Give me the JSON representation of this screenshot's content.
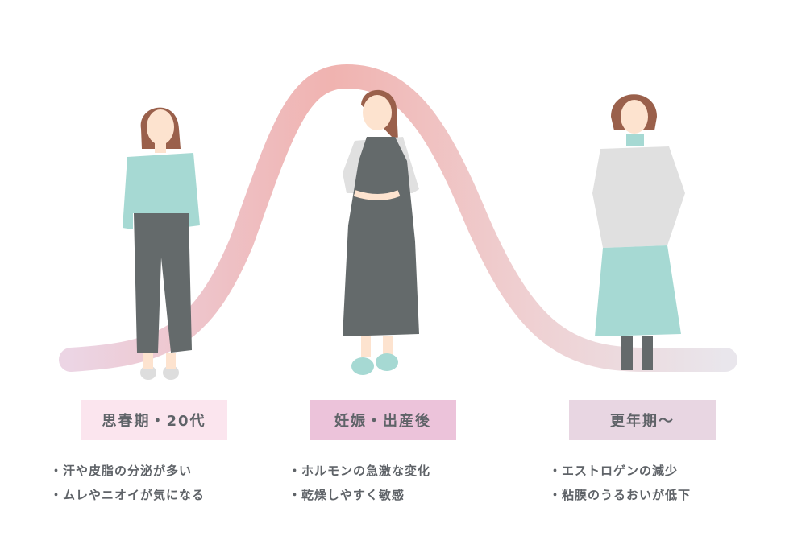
{
  "stages": [
    {
      "label": "思春期・20代",
      "color": "#fbe5ee",
      "points": [
        "汗や皮脂の分泌が多い",
        "ムレやニオイが気になる"
      ]
    },
    {
      "label": "妊娠・出産後",
      "color": "#ecc3da",
      "points": [
        "ホルモンの急激な変化",
        "乾燥しやすく敏感"
      ]
    },
    {
      "label": "更年期～",
      "color": "#e8d6e2",
      "points": [
        "エストロゲンの減少",
        "粘膜のうるおいが低下"
      ]
    }
  ],
  "colors": {
    "text": "#5f6368",
    "curve_start": "#ecd5e4",
    "curve_peak": "#f0b3b0",
    "curve_end": "#e9e6ec",
    "mint": "#a6d9d3",
    "gray": "#646a6b",
    "hair": "#9a604b",
    "skin": "#fde3cf"
  }
}
